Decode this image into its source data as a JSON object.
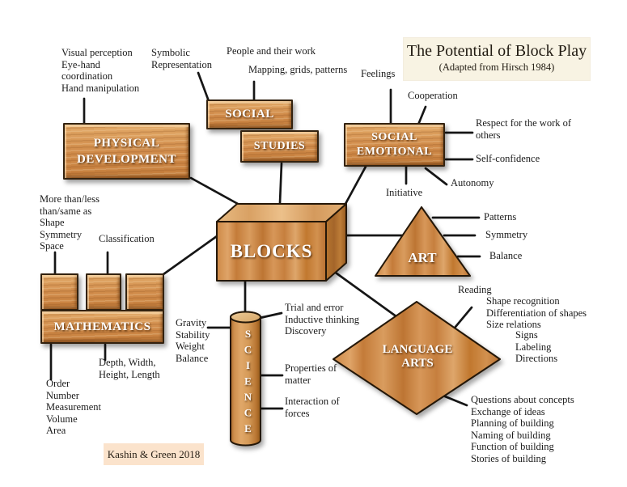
{
  "title": {
    "main": "The Potential of Block Play",
    "subtitle": "(Adapted from Hirsch 1984)"
  },
  "credit": {
    "text": "Kashin & Green 2018"
  },
  "center": {
    "label": "BLOCKS"
  },
  "colors": {
    "wood_light": "#e2a967",
    "wood_mid": "#cd8746",
    "wood_dark": "#a96a2f",
    "outline": "#2a1b0c",
    "title_bg": "#f8f3e3",
    "credit_bg": "#fbe3cc",
    "label_text": "#1b1b1b",
    "node_text": "#ffffff",
    "connector": "#161616"
  },
  "nodes": {
    "physical_development": {
      "label": "PHYSICAL\nDEVELOPMENT",
      "items": {
        "skills": "Visual perception\nEye-hand\ncoordination\nHand manipulation"
      }
    },
    "social_studies": {
      "label_top": "SOCIAL",
      "label_bottom": "STUDIES",
      "items": {
        "symbolic": "Symbolic\nRepresentation",
        "people": "People and their work",
        "mapping": "Mapping, grids, patterns"
      }
    },
    "social_emotional": {
      "label": "SOCIAL\nEMOTIONAL",
      "items": {
        "feelings": "Feelings",
        "cooperation": "Cooperation",
        "respect": "Respect for the work of\nothers",
        "self_confidence": "Self-confidence",
        "autonomy": "Autonomy",
        "initiative": "Initiative"
      }
    },
    "art": {
      "label": "ART",
      "items": {
        "patterns": "Patterns",
        "symmetry": "Symmetry",
        "balance": "Balance"
      }
    },
    "mathematics": {
      "label": "MATHEMATICS",
      "items": {
        "concepts": "More than/less\nthan/same as\nShape\nSymmetry\nSpace",
        "classification": "Classification",
        "dimensions": "Depth, Width,\nHeight, Length",
        "measures": "Order\nNumber\nMeasurement\nVolume\nArea"
      }
    },
    "science": {
      "label": "SCIENCE",
      "items": {
        "physics": "Gravity\nStability\nWeight\nBalance",
        "methods": "Trial and error\nInductive thinking\nDiscovery",
        "properties": "Properties of\nmatter",
        "interaction": "Interaction of\nforces"
      }
    },
    "language_arts": {
      "label": "LANGUAGE\nARTS",
      "items": {
        "reading": "Reading",
        "recognition": "Shape recognition\nDifferentiation of shapes\nSize relations",
        "signs": "Signs\nLabeling\nDirections",
        "communication": "Questions about concepts\nExchange of ideas\nPlanning of building\nNaming of building\nFunction of building\nStories of building"
      }
    }
  }
}
